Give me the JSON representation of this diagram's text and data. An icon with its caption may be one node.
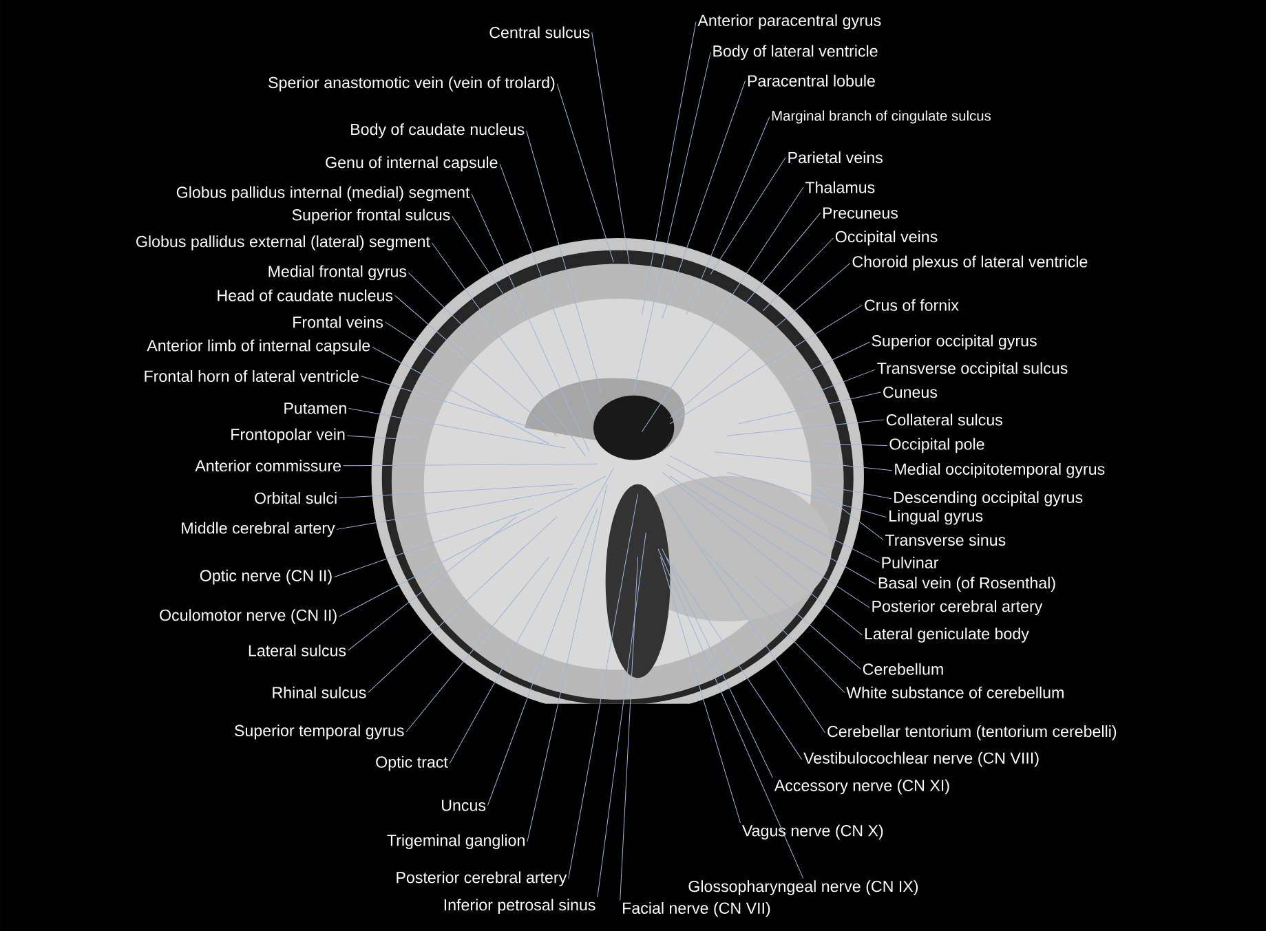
{
  "diagram": {
    "nodes": [
      {
        "text": [
          "Central sulcus"
        ]
      },
      {
        "text": [
          "Sperior anastomotic vein (vein of trolard)"
        ]
      },
      {
        "text": [
          "Body of caudate nucleus"
        ]
      },
      {
        "text": [
          "Genu of internal capsule"
        ]
      },
      {
        "text": [
          "Globus pallidus internal (medial) segment"
        ]
      },
      {
        "text": [
          "Superior frontal sulcus"
        ]
      },
      {
        "text": [
          "Globus pallidus external (lateral) segment"
        ]
      },
      {
        "text": [
          "Medial frontal gyrus"
        ]
      },
      {
        "text": [
          "Head of caudate nucleus"
        ]
      },
      {
        "text": [
          "Frontal veins"
        ]
      },
      {
        "text": [
          "Anterior limb of internal capsule"
        ]
      },
      {
        "text": [
          "Frontal horn of lateral ventricle"
        ]
      },
      {
        "text": [
          "Putamen"
        ]
      },
      {
        "text": [
          "Frontopolar vein"
        ]
      },
      {
        "text": [
          "Anterior commissure"
        ]
      },
      {
        "text": [
          "Orbital sulci"
        ]
      },
      {
        "text": [
          "Middle cerebral artery"
        ]
      },
      {
        "text": [
          "Optic nerve (CN II)"
        ]
      },
      {
        "text": [
          "Oculomotor nerve (CN II)"
        ]
      },
      {
        "text": [
          "Lateral sulcus"
        ]
      },
      {
        "text": [
          "Rhinal sulcus"
        ]
      },
      {
        "text": [
          "Superior temporal gyrus"
        ]
      },
      {
        "text": [
          "Optic tract"
        ]
      },
      {
        "text": [
          "Uncus"
        ]
      },
      {
        "text": [
          "Trigeminal ganglion"
        ]
      },
      {
        "text": [
          "Posterior cerebral artery"
        ]
      },
      {
        "text": [
          "Inferior petrosal sinus"
        ]
      },
      {
        "text": [
          "Facial nerve (CN VII)"
        ]
      },
      {
        "text": [
          "Glossopharyngeal nerve (CN IX)"
        ]
      },
      {
        "text": [
          "Vagus nerve (CN X)"
        ]
      },
      {
        "text": [
          "Accessory nerve (CN XI)"
        ]
      },
      {
        "text": [
          "Vestibulocochlear nerve (CN VIII)"
        ]
      },
      {
        "text": [
          "Cerebellar tentorium (tentorium cerebelli)"
        ]
      },
      {
        "text": [
          "White substance of cerebellum"
        ]
      },
      {
        "text": [
          "Cerebellum"
        ]
      },
      {
        "text": [
          "Lateral geniculate body"
        ]
      },
      {
        "text": [
          "Posterior cerebral artery"
        ]
      },
      {
        "text": [
          "Basal vein (of Rosenthal)"
        ]
      },
      {
        "text": [
          "Pulvinar"
        ]
      },
      {
        "text": [
          "Transverse sinus"
        ]
      },
      {
        "text": [
          "Lingual gyrus"
        ]
      },
      {
        "text": [
          "Descending occipital gyrus"
        ]
      },
      {
        "text": [
          "Medial occipitotemporal gyrus"
        ]
      },
      {
        "text": [
          "Occipital pole"
        ]
      },
      {
        "text": [
          "Collateral sulcus"
        ]
      },
      {
        "text": [
          "Cuneus"
        ]
      },
      {
        "text": [
          "Transverse occipital sulcus"
        ]
      },
      {
        "text": [
          "Superior occipital gyrus"
        ]
      },
      {
        "text": [
          "Crus of fornix"
        ]
      },
      {
        "text": [
          "Choroid plexus of lateral ventricle"
        ]
      },
      {
        "text": [
          "Occipital veins"
        ]
      },
      {
        "text": [
          "Precuneus"
        ]
      },
      {
        "text": [
          "Thalamus"
        ]
      },
      {
        "text": [
          "Parietal veins"
        ]
      },
      {
        "text": [
          "Marginal branch of cingulate sulcus"
        ]
      },
      {
        "text": [
          "Paracentral lobule"
        ]
      },
      {
        "text": [
          "Body of lateral ventricle"
        ]
      },
      {
        "text": [
          "Anterior paracentral gyrus"
        ]
      }
    ],
    "edges": [
      {
        "from": 0,
        "to": null,
        "arrow": "none"
      },
      {
        "from": 1,
        "to": null,
        "arrow": "none"
      },
      {
        "from": 2,
        "to": null,
        "arrow": "none"
      },
      {
        "from": 3,
        "to": null,
        "arrow": "none"
      },
      {
        "from": 4,
        "to": null,
        "arrow": "none"
      },
      {
        "from": 5,
        "to": null,
        "arrow": "none"
      },
      {
        "from": 6,
        "to": null,
        "arrow": "none"
      },
      {
        "from": 7,
        "to": null,
        "arrow": "none"
      },
      {
        "from": 8,
        "to": null,
        "arrow": "none"
      },
      {
        "from": 9,
        "to": null,
        "arrow": "none"
      },
      {
        "from": 10,
        "to": null,
        "arrow": "none"
      },
      {
        "from": 11,
        "to": null,
        "arrow": "none"
      },
      {
        "from": 12,
        "to": null,
        "arrow": "none"
      },
      {
        "from": 13,
        "to": null,
        "arrow": "none"
      },
      {
        "from": 14,
        "to": null,
        "arrow": "none"
      },
      {
        "from": 15,
        "to": null,
        "arrow": "none"
      },
      {
        "from": 16,
        "to": null,
        "arrow": "none"
      },
      {
        "from": 17,
        "to": null,
        "arrow": "none"
      },
      {
        "from": 18,
        "to": null,
        "arrow": "none"
      },
      {
        "from": 19,
        "to": null,
        "arrow": "none"
      },
      {
        "from": 20,
        "to": null,
        "arrow": "none"
      },
      {
        "from": 21,
        "to": null,
        "arrow": "none"
      },
      {
        "from": 22,
        "to": null,
        "arrow": "none"
      },
      {
        "from": 23,
        "to": null,
        "arrow": "none"
      },
      {
        "from": 24,
        "to": null,
        "arrow": "none"
      },
      {
        "from": 25,
        "to": null,
        "arrow": "none"
      },
      {
        "from": 26,
        "to": null,
        "arrow": "none"
      },
      {
        "from": 27,
        "to": null,
        "arrow": "none"
      },
      {
        "from": 28,
        "to": null,
        "arrow": "none"
      },
      {
        "from": 29,
        "to": null,
        "arrow": "none"
      },
      {
        "from": 30,
        "to": null,
        "arrow": "none"
      },
      {
        "from": 31,
        "to": null,
        "arrow": "none"
      },
      {
        "from": 32,
        "to": null,
        "arrow": "none"
      },
      {
        "from": 33,
        "to": null,
        "arrow": "none"
      },
      {
        "from": 34,
        "to": null,
        "arrow": "none"
      },
      {
        "from": 35,
        "to": null,
        "arrow": "none"
      },
      {
        "from": 36,
        "to": null,
        "arrow": "none"
      },
      {
        "from": 37,
        "to": null,
        "arrow": "none"
      },
      {
        "from": 38,
        "to": null,
        "arrow": "none"
      },
      {
        "from": 39,
        "to": null,
        "arrow": "none"
      },
      {
        "from": 40,
        "to": null,
        "arrow": "none"
      },
      {
        "from": 41,
        "to": null,
        "arrow": "none"
      },
      {
        "from": 42,
        "to": null,
        "arrow": "none"
      },
      {
        "from": 43,
        "to": null,
        "arrow": "none"
      },
      {
        "from": 44,
        "to": null,
        "arrow": "none"
      },
      {
        "from": 45,
        "to": null,
        "arrow": "none"
      },
      {
        "from": 46,
        "to": null,
        "arrow": "none"
      },
      {
        "from": 47,
        "to": null,
        "arrow": "none"
      },
      {
        "from": 48,
        "to": null,
        "arrow": "none"
      },
      {
        "from": 49,
        "to": null,
        "arrow": "none"
      },
      {
        "from": 50,
        "to": null,
        "arrow": "none"
      },
      {
        "from": 51,
        "to": null,
        "arrow": "none"
      },
      {
        "from": 52,
        "to": null,
        "arrow": "none"
      },
      {
        "from": 53,
        "to": null,
        "arrow": "none"
      },
      {
        "from": 54,
        "to": null,
        "arrow": "none"
      },
      {
        "from": 55,
        "to": null,
        "arrow": "none"
      },
      {
        "from": 56,
        "to": null,
        "arrow": "none"
      },
      {
        "from": 57,
        "to": null,
        "arrow": "none"
      }
    ]
  }
}
